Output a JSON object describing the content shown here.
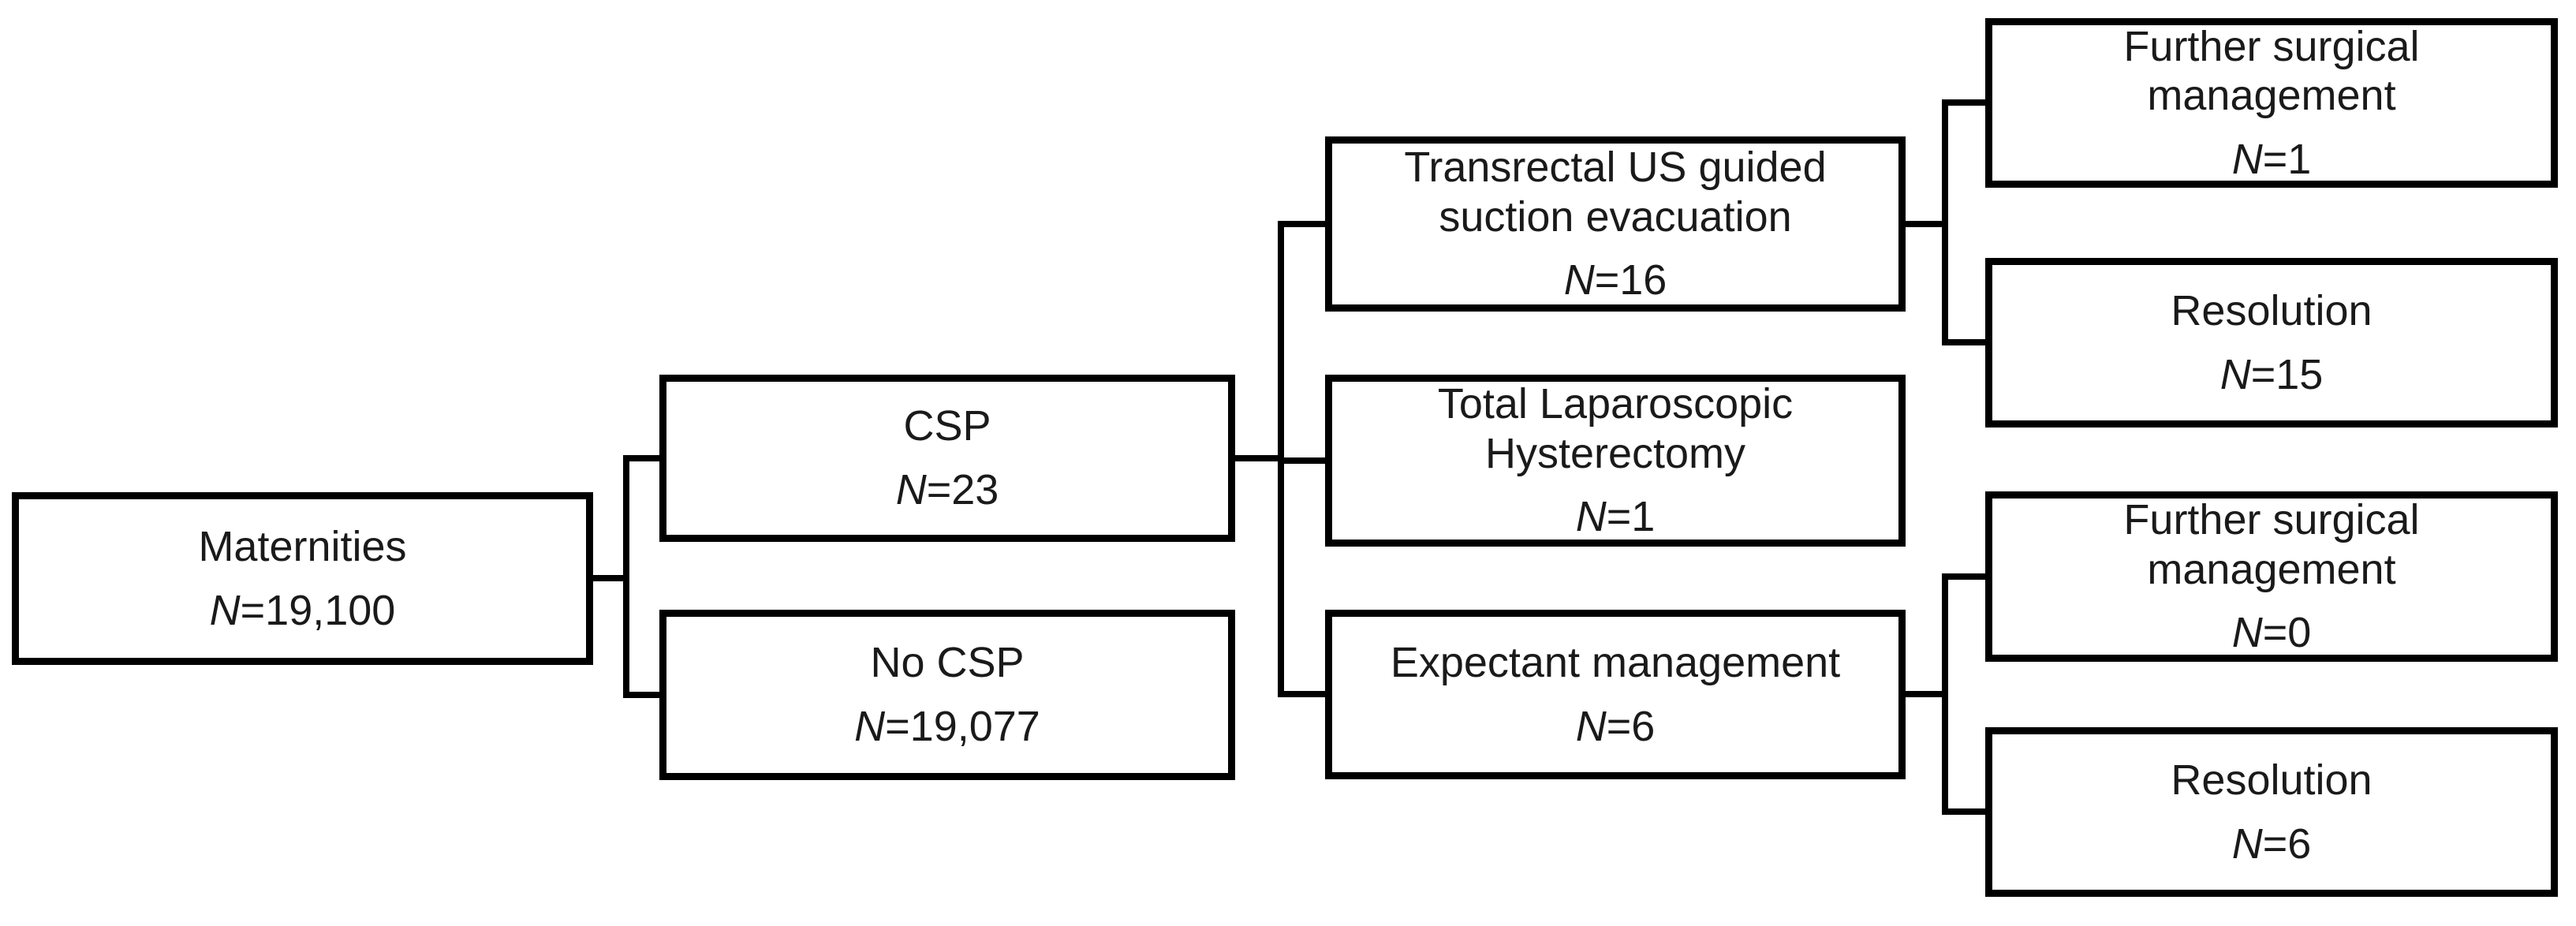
{
  "figure": {
    "background_color": "#ffffff",
    "line_color": "#000000",
    "text_color": "#1a1a1a"
  },
  "nodes": {
    "maternities": {
      "lines": [
        "Maternities"
      ],
      "n_sym": "N",
      "n_val": "=19,100"
    },
    "csp": {
      "lines": [
        "CSP"
      ],
      "n_sym": "N",
      "n_val": "=23"
    },
    "no_csp": {
      "lines": [
        "No CSP"
      ],
      "n_sym": "N",
      "n_val": "=19,077"
    },
    "transrectal": {
      "lines": [
        "Transrectal US guided",
        "suction evacuation"
      ],
      "n_sym": "N",
      "n_val": "=16"
    },
    "tlh": {
      "lines": [
        "Total Laparoscopic",
        "Hysterectomy"
      ],
      "n_sym": "N",
      "n_val": "=1"
    },
    "expectant": {
      "lines": [
        "Expectant management"
      ],
      "n_sym": "N",
      "n_val": "=6"
    },
    "fsm_csp": {
      "lines": [
        "Further surgical",
        "management"
      ],
      "n_sym": "N",
      "n_val": "=1"
    },
    "res_csp": {
      "lines": [
        "Resolution"
      ],
      "n_sym": "N",
      "n_val": "=15"
    },
    "fsm_exp": {
      "lines": [
        "Further surgical",
        "management"
      ],
      "n_sym": "N",
      "n_val": "=0"
    },
    "res_exp": {
      "lines": [
        "Resolution"
      ],
      "n_sym": "N",
      "n_val": "=6"
    }
  },
  "edges": [
    {
      "from": "maternities",
      "to": "csp"
    },
    {
      "from": "maternities",
      "to": "no_csp"
    },
    {
      "from": "csp",
      "to": "transrectal"
    },
    {
      "from": "csp",
      "to": "tlh"
    },
    {
      "from": "csp",
      "to": "expectant"
    },
    {
      "from": "transrectal",
      "to": "fsm_csp"
    },
    {
      "from": "transrectal",
      "to": "res_csp"
    },
    {
      "from": "expectant",
      "to": "fsm_exp"
    },
    {
      "from": "expectant",
      "to": "res_exp"
    }
  ]
}
